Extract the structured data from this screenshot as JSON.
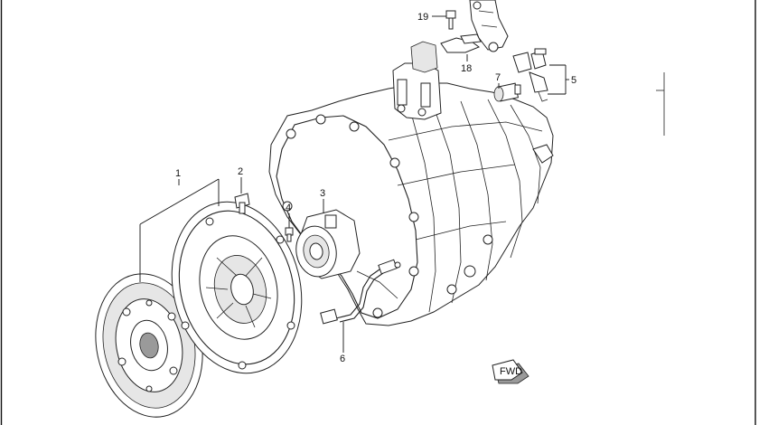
{
  "diagram": {
    "callouts": [
      {
        "id": "1",
        "label": "1"
      },
      {
        "id": "2",
        "label": "2"
      },
      {
        "id": "3",
        "label": "3"
      },
      {
        "id": "4",
        "label": "4"
      },
      {
        "id": "5",
        "label": "5"
      },
      {
        "id": "6",
        "label": "6"
      },
      {
        "id": "7",
        "label": "7"
      },
      {
        "id": "18",
        "label": "18"
      },
      {
        "id": "19",
        "label": "19"
      }
    ],
    "fwd_badge": "FWD"
  }
}
